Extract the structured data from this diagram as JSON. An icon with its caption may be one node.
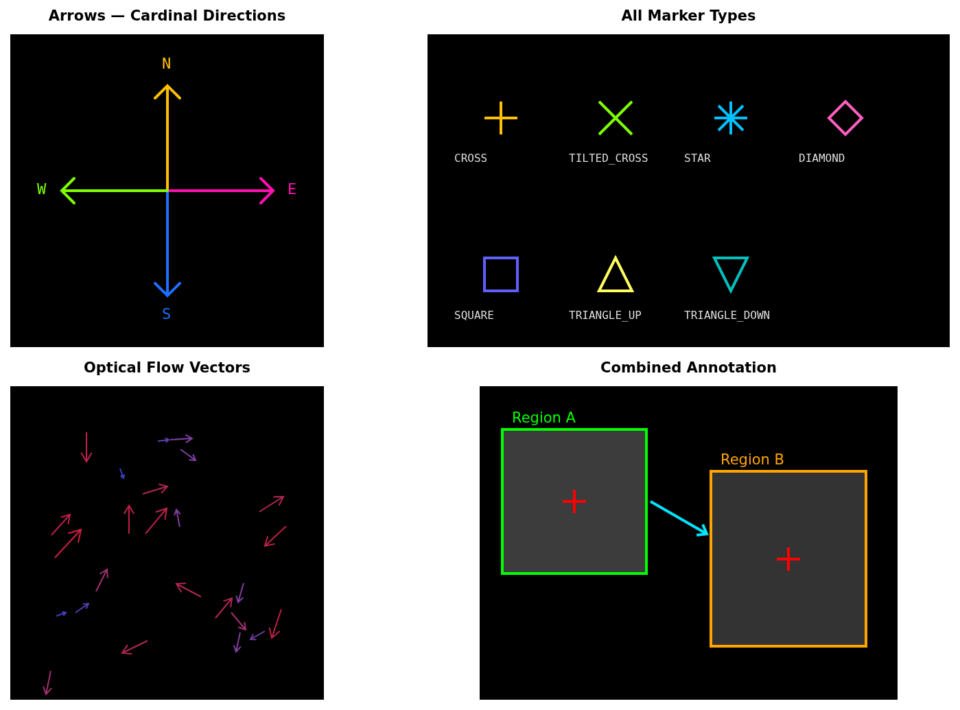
{
  "diagram": {
    "nodes": [
      {
        "text": [
          "Arrows — Cardinal Directions"
        ]
      },
      {
        "text": [
          "All Marker Types"
        ]
      },
      {
        "text": [
          "Optical Flow Vectors"
        ]
      },
      {
        "text": [
          "Combined Annotation"
        ]
      },
      {
        "text": [
          "Region A"
        ],
        "in": 3
      },
      {
        "text": [
          "Region B"
        ],
        "in": 3
      }
    ],
    "edges": [
      {
        "from": 4,
        "to": 5,
        "arrow": "to",
        "color": "#00e5ff"
      }
    ],
    "labels": [
      "N",
      "E",
      "S",
      "W",
      "CROSS",
      "TILTED_CROSS",
      "STAR",
      "DIAMOND",
      "SQUARE",
      "TRIANGLE_UP",
      "TRIANGLE_DOWN"
    ]
  }
}
